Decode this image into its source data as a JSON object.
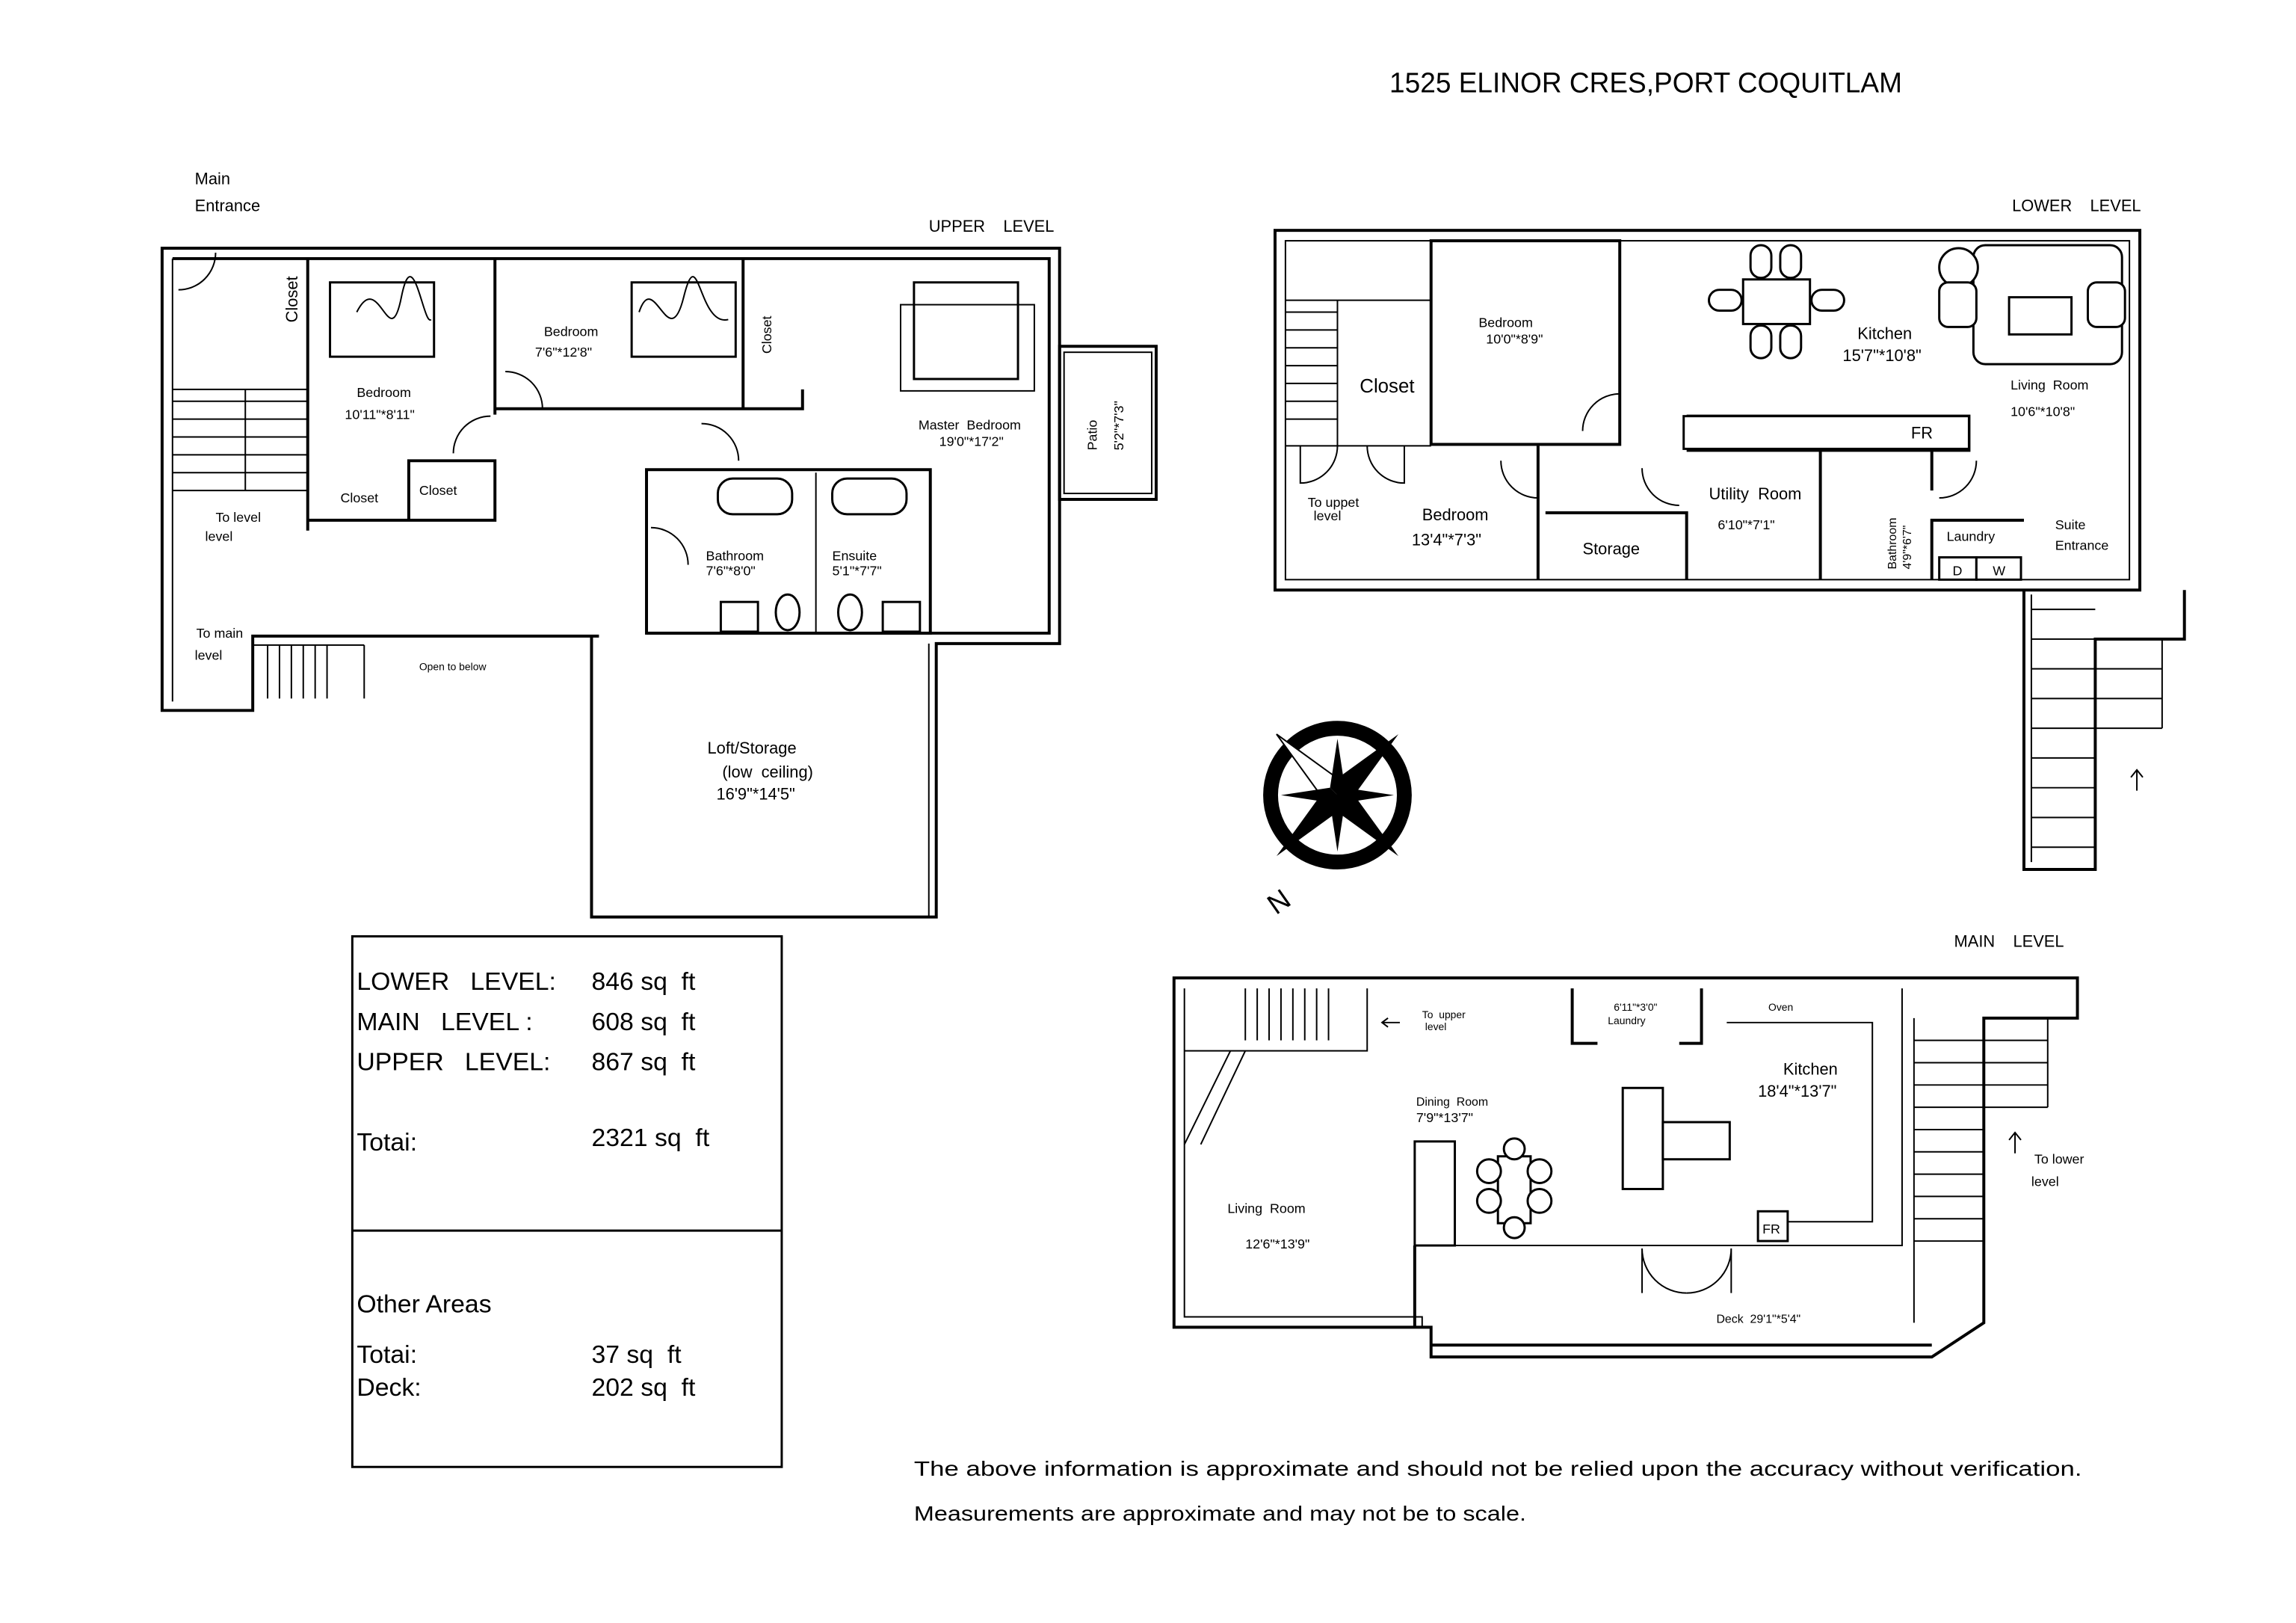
{
  "title": "1525 ELINOR CRES,PORT COQUITLAM",
  "upper_level": {
    "heading": "UPPER    LEVEL",
    "main_entrance": [
      "Main",
      "Entrance"
    ],
    "rooms": {
      "closet_vertical": "Closet",
      "bedroom1": {
        "name": "Bedroom",
        "size": "10'11\"*8'11\""
      },
      "bedroom2": {
        "name": "Bedroom",
        "size": "7'6\"*12'8\""
      },
      "closet_master": "Closet",
      "master": {
        "name": "Master  Bedroom",
        "size": "19'0\"*17'2\""
      },
      "patio": {
        "name": "Patio",
        "size": "5'2\"*7'3\""
      },
      "closet_a": "Closet",
      "closet_b": "Closet",
      "bathroom": {
        "name": "Bathroom",
        "size": "7'6\"*8'0\""
      },
      "ensuite": {
        "name": "Ensuite",
        "size": "5'1\"*7'7\""
      },
      "to_level": [
        "To level",
        "level"
      ],
      "to_main": [
        "To main",
        "level"
      ],
      "open_below": "Open to below",
      "loft": {
        "name": "Loft/Storage",
        "note": "(low  ceiling)",
        "size": "16'9\"*14'5\""
      }
    }
  },
  "lower_level": {
    "heading": "LOWER    LEVEL",
    "rooms": {
      "closet": "Closet",
      "bedroom1": {
        "name": "Bedroom",
        "size": "10'0\"*8'9\""
      },
      "kitchen": {
        "name": "Kitchen",
        "size": "15'7\"*10'8\""
      },
      "living": {
        "name": "Living  Room",
        "size": "10'6\"*10'8\""
      },
      "to_upper": [
        "To uppet",
        "level"
      ],
      "bedroom2": {
        "name": "Bedroom",
        "size": "13'4\"*7'3\""
      },
      "storage": "Storage",
      "utility": {
        "name": "Utility  Room",
        "size": "6'10\"*7'1\""
      },
      "bathroom": {
        "name": "Bathroom",
        "size": "4'9\"*6'7\""
      },
      "laundry": "Laundry",
      "dryer": "D",
      "washer": "W",
      "fridge": "FR",
      "suite_entrance": [
        "Suite",
        "Entrance"
      ]
    }
  },
  "main_level": {
    "heading": "MAIN    LEVEL",
    "rooms": {
      "to_upper": [
        "To  upper",
        "level"
      ],
      "laundry": {
        "size": "6'11\"*3'0\"",
        "name": "Laundry"
      },
      "oven": "Oven",
      "kitchen": {
        "name": "Kitchen",
        "size": "18'4\"*13'7\""
      },
      "dining": {
        "name": "Dining  Room",
        "size": "7'9\"*13'7\""
      },
      "living": {
        "name": "Living  Room",
        "size": "12'6\"*13'9\""
      },
      "fridge": "FR",
      "deck": "Deck  29'1\"*5'4\"",
      "to_lower": [
        "To lower",
        "level"
      ]
    }
  },
  "areas": {
    "rows": [
      {
        "label": "LOWER   LEVEL:",
        "value": "846 sq  ft"
      },
      {
        "label": "MAIN   LEVEL :",
        "value": "608 sq  ft"
      },
      {
        "label": "UPPER   LEVEL:",
        "value": "867 sq  ft"
      }
    ],
    "total_label": "Totai:",
    "total_value": "2321 sq  ft",
    "other_heading": "Other Areas",
    "other_rows": [
      {
        "label": "Totai:",
        "value": "37 sq  ft"
      },
      {
        "label": "Deck:",
        "value": "202 sq  ft"
      }
    ]
  },
  "compass": {
    "north": "N",
    "icon": "compass-rose-icon"
  },
  "disclaimer": [
    "The above information is approximate and should not be relied upon the accuracy without verification.",
    "Measurements are approximate and may not be to scale."
  ]
}
